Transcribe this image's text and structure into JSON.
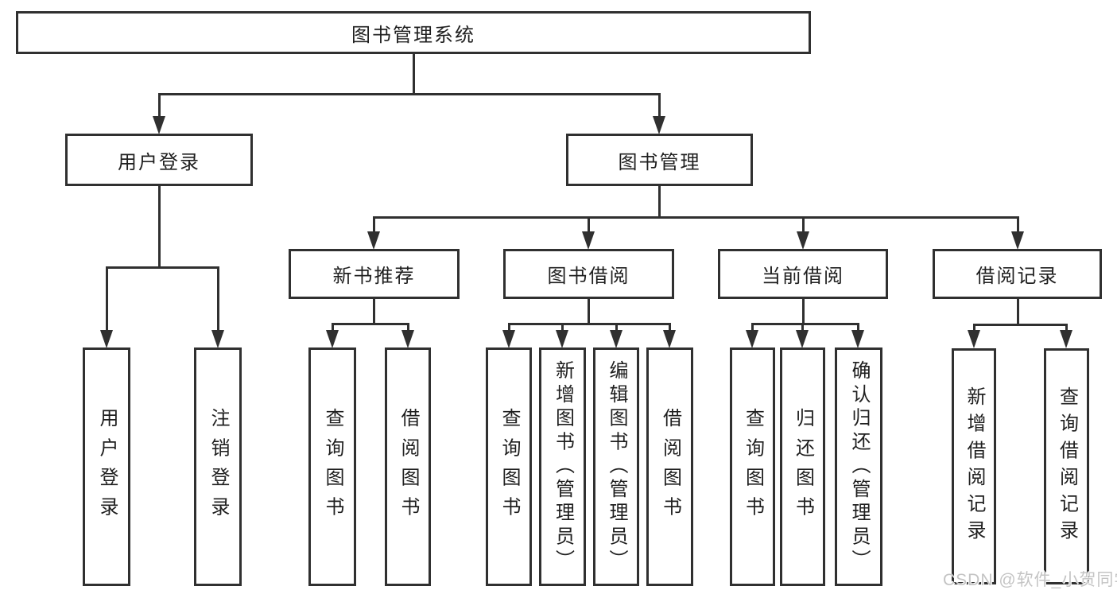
{
  "tree": {
    "root": {
      "label": "图书管理系统"
    },
    "user_login": {
      "label": "用户登录",
      "children": {
        "login": {
          "label": "用户登录"
        },
        "logout": {
          "label": "注销登录"
        }
      }
    },
    "book_management": {
      "label": "图书管理",
      "children": {
        "new_book": {
          "label": "新书推荐",
          "children": {
            "query": {
              "label": "查询图书"
            },
            "borrow": {
              "label": "借阅图书"
            }
          }
        },
        "borrowing": {
          "label": "图书借阅",
          "children": {
            "query": {
              "label": "查询图书"
            },
            "add": {
              "label": "新增图书（管理员）"
            },
            "edit": {
              "label": "编辑图书（管理员）"
            },
            "borrow": {
              "label": "借阅图书"
            }
          }
        },
        "current": {
          "label": "当前借阅",
          "children": {
            "query": {
              "label": "查询图书"
            },
            "return": {
              "label": "归还图书"
            },
            "confirm": {
              "label": "确认归还（管理员）"
            }
          }
        },
        "records": {
          "label": "借阅记录",
          "children": {
            "add": {
              "label": "新增借阅记录"
            },
            "query": {
              "label": "查询借阅记录"
            }
          }
        }
      }
    }
  },
  "watermark": {
    "text": "CSDN @软件_小贺同学",
    "color": "#c4c4c4"
  },
  "colors": {
    "line": "#303030",
    "text": "#1f1f1f",
    "background": "#ffffff"
  }
}
